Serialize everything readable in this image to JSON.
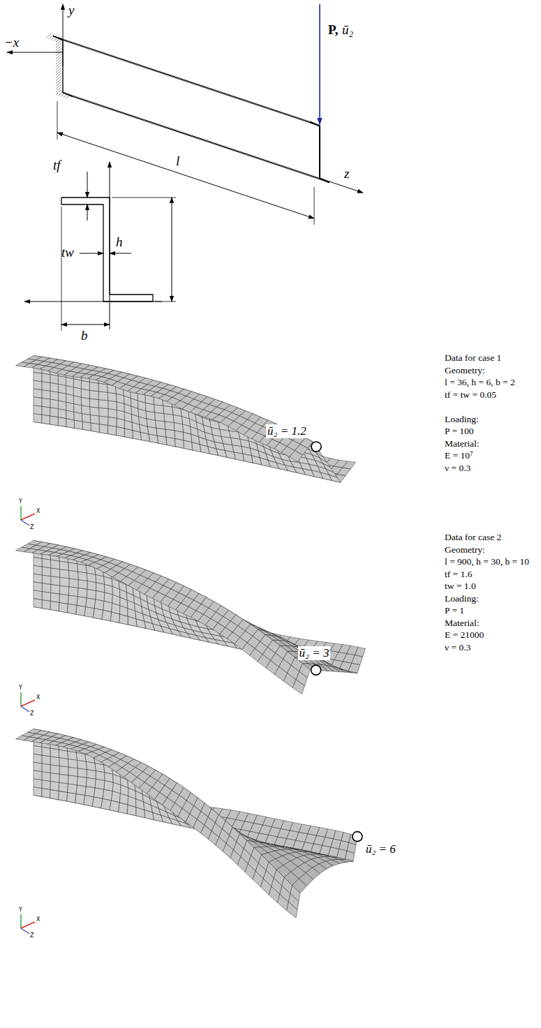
{
  "diagram": {
    "labels": [
      "y",
      "−x",
      "P,",
      "ū₂",
      "l",
      "z",
      "tf",
      "tw",
      "h",
      "b",
      "ū₂ = 1.2",
      "Data for case 1",
      "Geometry:",
      "l = 36, h = 6, b = 2",
      "tf = tw = 0.05",
      "Loading:",
      "P = 100",
      "Material:",
      "E = 10⁷",
      "ν = 0.3",
      "Y",
      "X",
      "Z",
      "ū₂ = 3",
      "Data for case 2",
      "Geometry:",
      "l = 900, h = 30, b = 10",
      "tf = 1.6",
      "tw = 1.0",
      "Loading:",
      "P = 1",
      "Material:",
      "E = 21000",
      "ν = 0.3",
      "Y",
      "X",
      "Z",
      "Y",
      "X",
      "Z",
      "ū₂ = 6"
    ]
  }
}
